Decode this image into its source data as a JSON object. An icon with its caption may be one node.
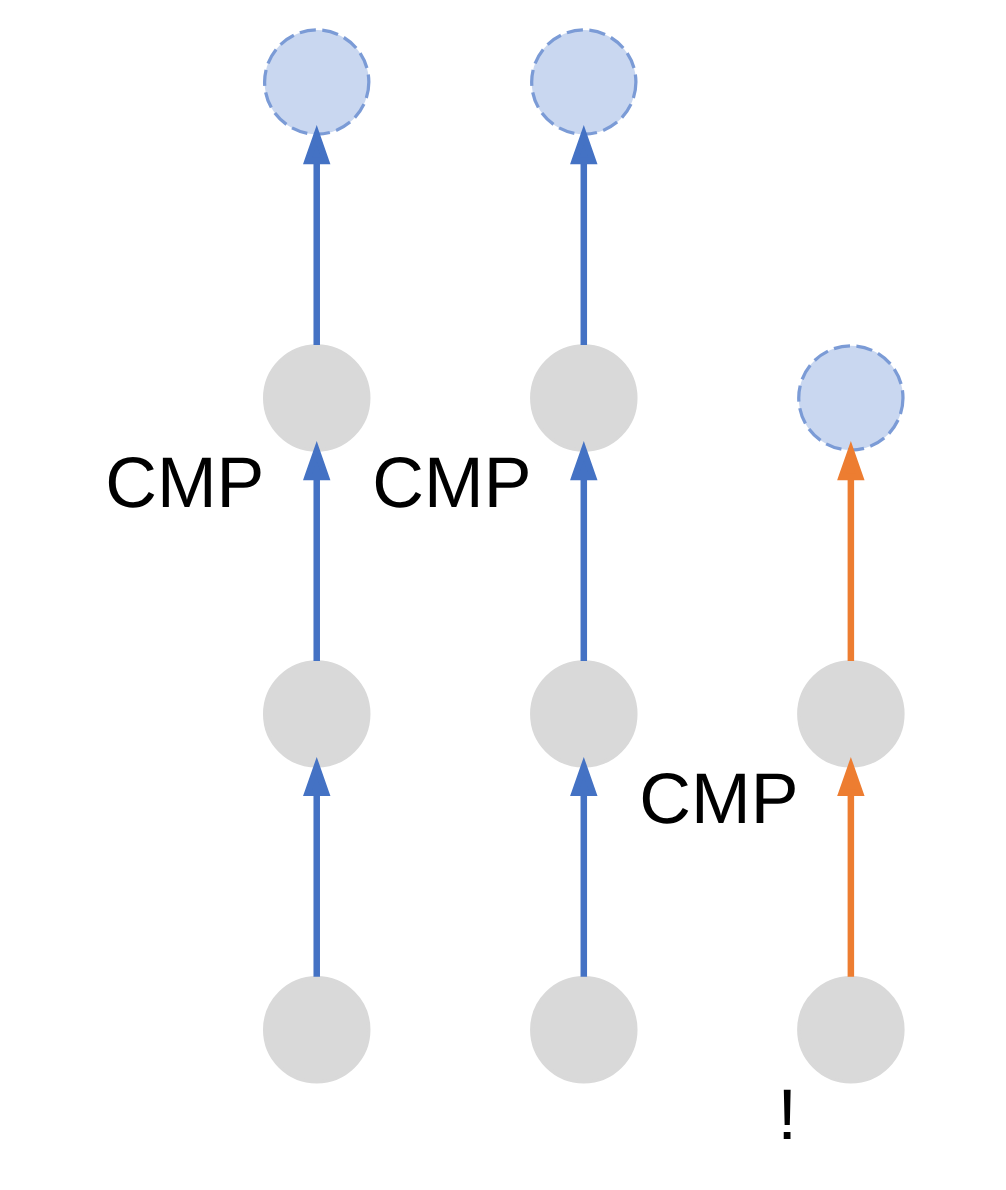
{
  "diagram": {
    "nodes": [
      {
        "text": [],
        "shape": "circle"
      },
      {
        "text": [],
        "shape": "circle"
      },
      {
        "text": [],
        "shape": "circle"
      },
      {
        "text": [],
        "shape": "circle",
        "beside": [
          "CMP"
        ]
      },
      {
        "text": [],
        "shape": "circle",
        "beside": [
          "CMP"
        ]
      },
      {
        "text": [],
        "shape": "circle",
        "beside": [
          "CMP"
        ]
      },
      {
        "text": [],
        "shape": "circle"
      },
      {
        "text": [],
        "shape": "circle"
      },
      {
        "text": [],
        "shape": "circle",
        "beside": [
          "!"
        ]
      },
      {
        "text": [],
        "shape": "circle"
      },
      {
        "text": [],
        "shape": "circle"
      }
    ],
    "edges": [
      {
        "from": 9,
        "to": 6,
        "arrow": "to"
      },
      {
        "from": 6,
        "to": 3,
        "arrow": "to"
      },
      {
        "from": 3,
        "to": 0,
        "arrow": "to"
      },
      {
        "from": 10,
        "to": 7,
        "arrow": "to"
      },
      {
        "from": 7,
        "to": 4,
        "arrow": "to"
      },
      {
        "from": 4,
        "to": 1,
        "arrow": "to"
      },
      {
        "from": 8,
        "to": 5,
        "arrow": "to",
        "color": "#ed7d31"
      },
      {
        "from": 5,
        "to": 2,
        "arrow": "to",
        "color": "#ed7d31"
      }
    ]
  }
}
